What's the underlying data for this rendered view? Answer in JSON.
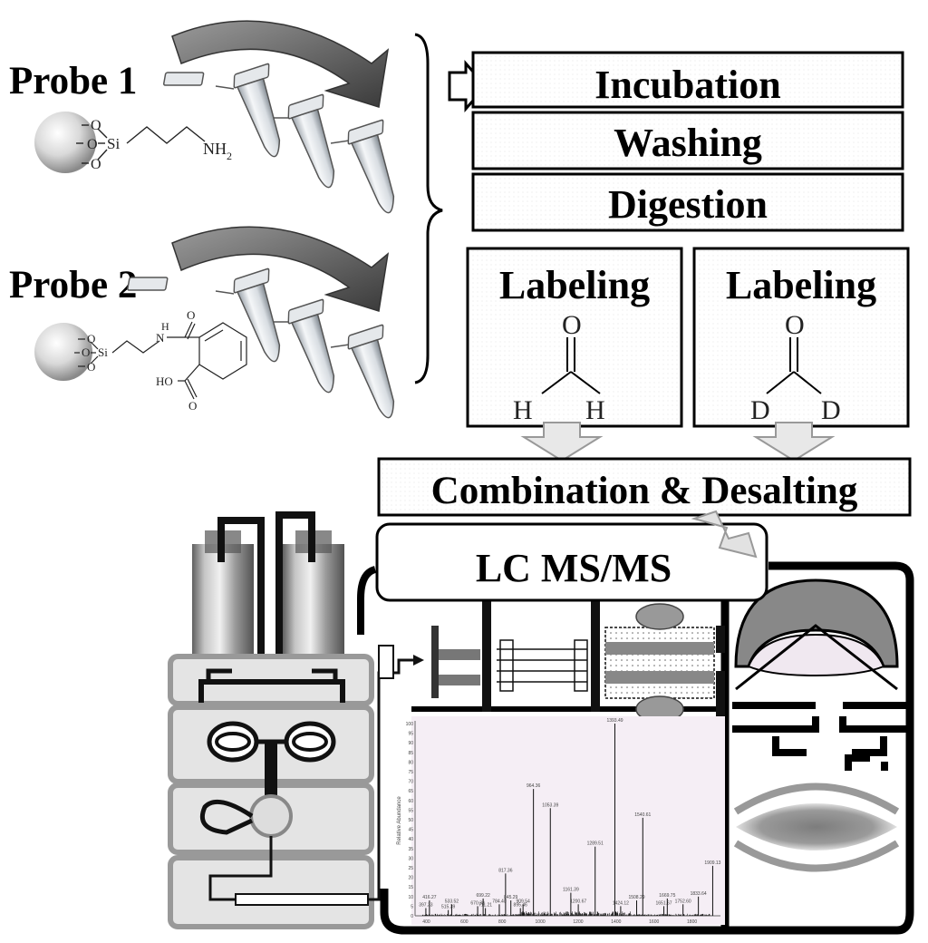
{
  "probes": [
    {
      "label": "Probe 1",
      "chem": {
        "o1": "O",
        "o2": "O",
        "o3": "O",
        "si": "Si",
        "group": "NH",
        "sub": "2"
      }
    },
    {
      "label": "Probe 2",
      "chem": {
        "o1": "O",
        "o2": "O",
        "o3": "O",
        "si": "Si",
        "n": "N",
        "h": "H",
        "o_top": "O",
        "ho": "HO",
        "o_bot": "O"
      }
    }
  ],
  "steps": [
    "Incubation",
    "Washing",
    "Digestion"
  ],
  "labeling": [
    {
      "title": "Labeling",
      "o": "O",
      "left": "H",
      "right": "H"
    },
    {
      "title": "Labeling",
      "o": "O",
      "left": "D",
      "right": "D"
    }
  ],
  "combination": "Combination & Desalting",
  "lcms": "LC MS/MS",
  "spectrum": {
    "ylabel": "Relative Abundance",
    "y_ticks": [
      "100",
      "95",
      "90",
      "85",
      "80",
      "75",
      "70",
      "65",
      "60",
      "55",
      "50",
      "45",
      "40",
      "35",
      "30",
      "25",
      "20",
      "15",
      "10",
      "5",
      "0"
    ],
    "x_ticks": [
      "400",
      "600",
      "800",
      "1000",
      "1200",
      "1400",
      "1600",
      "1800"
    ],
    "x_range": [
      350,
      1950
    ],
    "peaks": [
      {
        "mz": 416.27,
        "rel": 8,
        "label": "416.27"
      },
      {
        "mz": 397.33,
        "rel": 4,
        "label": "397.33"
      },
      {
        "mz": 515.39,
        "rel": 3,
        "label": "515.39"
      },
      {
        "mz": 533.52,
        "rel": 6,
        "label": "533.52"
      },
      {
        "mz": 670.32,
        "rel": 5,
        "label": "670.32"
      },
      {
        "mz": 699.22,
        "rel": 9,
        "label": "699.22"
      },
      {
        "mz": 711.21,
        "rel": 4,
        "label": "711.21"
      },
      {
        "mz": 784.4,
        "rel": 6,
        "label": "784.40"
      },
      {
        "mz": 817.36,
        "rel": 22,
        "label": "817.36"
      },
      {
        "mz": 845.29,
        "rel": 8,
        "label": "845.29"
      },
      {
        "mz": 895.46,
        "rel": 4,
        "label": "895.46"
      },
      {
        "mz": 909.54,
        "rel": 6,
        "label": "909.54"
      },
      {
        "mz": 964.36,
        "rel": 66,
        "label": "964.36"
      },
      {
        "mz": 1053.39,
        "rel": 56,
        "label": "1053.39"
      },
      {
        "mz": 1161.39,
        "rel": 12,
        "label": "1161.39"
      },
      {
        "mz": 1200.67,
        "rel": 6,
        "label": "1200.67"
      },
      {
        "mz": 1289.51,
        "rel": 36,
        "label": "1289.51"
      },
      {
        "mz": 1393.49,
        "rel": 100,
        "label": "1393.49"
      },
      {
        "mz": 1424.12,
        "rel": 5,
        "label": "1424.12"
      },
      {
        "mz": 1508.29,
        "rel": 8,
        "label": "1508.29"
      },
      {
        "mz": 1540.61,
        "rel": 51,
        "label": "1540.61"
      },
      {
        "mz": 1651.67,
        "rel": 5,
        "label": "1651.67"
      },
      {
        "mz": 1669.75,
        "rel": 9,
        "label": "1669.75"
      },
      {
        "mz": 1752.6,
        "rel": 6,
        "label": "1752.60"
      },
      {
        "mz": 1833.64,
        "rel": 10,
        "label": "1833.64"
      },
      {
        "mz": 1909.13,
        "rel": 26,
        "label": "1909.13"
      }
    ]
  }
}
